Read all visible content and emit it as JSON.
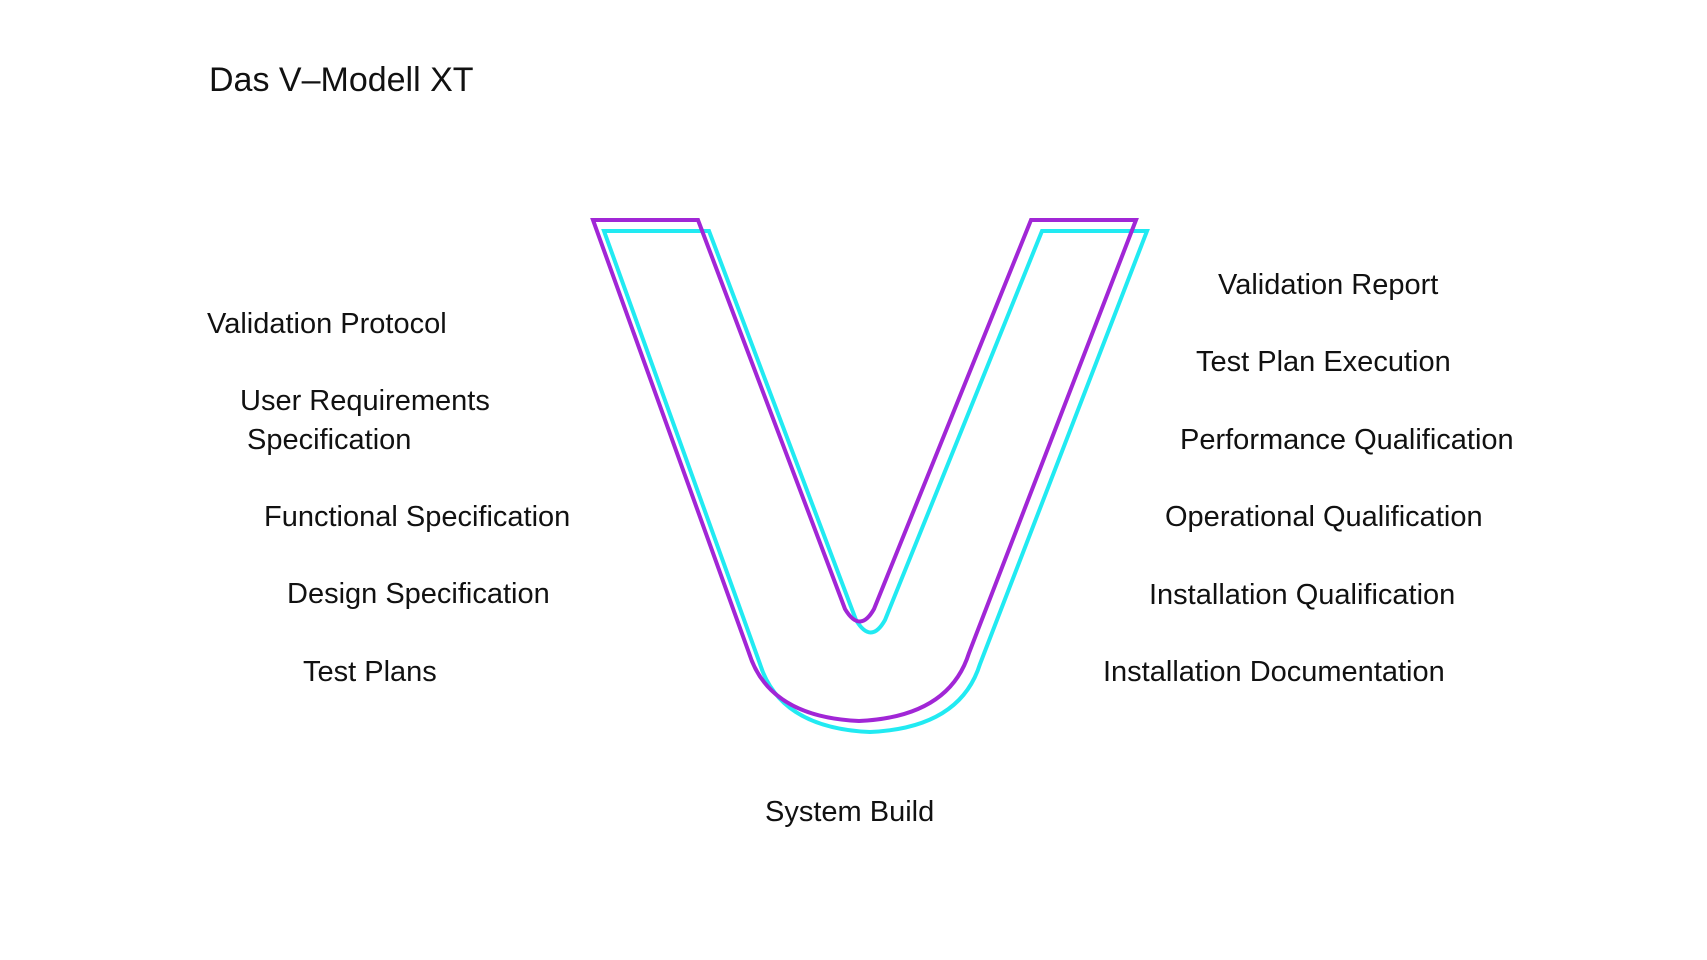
{
  "title": "Das V–Modell XT",
  "colors": {
    "outline_purple": "#a126d6",
    "outline_cyan": "#21eaf2",
    "text": "#111111",
    "background": "#ffffff"
  },
  "left_labels": [
    "Validation Protocol",
    "User Requirements",
    "Specification",
    "Functional Specification",
    "Design Specification",
    "Test Plans"
  ],
  "right_labels": [
    "Validation Report",
    "Test Plan Execution",
    "Performance Qualification",
    "Operational Qualification",
    "Installation Qualification",
    "Installation Documentation"
  ],
  "bottom_label": "System Build"
}
